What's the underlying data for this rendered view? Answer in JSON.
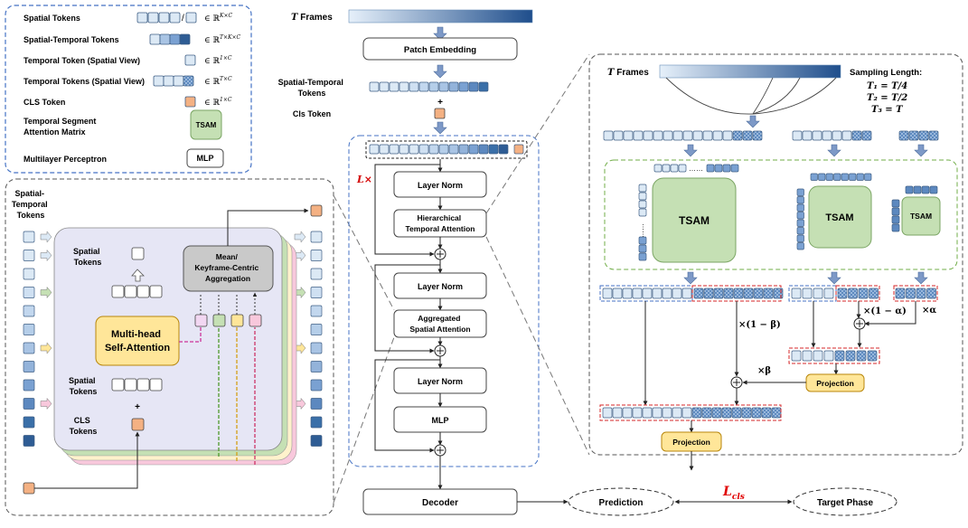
{
  "legend": {
    "items": [
      {
        "label": "Spatial Tokens",
        "notation": "∈ ℝ",
        "sup": "K×C"
      },
      {
        "label": "Spatial-Temporal Tokens",
        "notation": "∈ ℝ",
        "sup": "T×K×C"
      },
      {
        "label": "Temporal Token (Spatial View)",
        "notation": "∈ ℝ",
        "sup": "1×C"
      },
      {
        "label": "Temporal Tokens (Spatial View)",
        "notation": "∈ ℝ",
        "sup": "T×C"
      },
      {
        "label": "CLS Token",
        "notation": "∈ ℝ",
        "sup": "1×C"
      },
      {
        "label_lines": [
          "Temporal Segment",
          "Attention Matrix"
        ],
        "box": "TSAM"
      },
      {
        "label": "Multilayer Perceptron",
        "box": "MLP"
      }
    ],
    "slash": "/"
  },
  "left_panel": {
    "input_title": [
      "Spatial-",
      "Temporal",
      "Tokens"
    ],
    "spatial_tokens_top": [
      "Spatial",
      "Tokens"
    ],
    "spatial_tokens_bottom": [
      "Spatial",
      "Tokens"
    ],
    "cls_tokens": [
      "CLS",
      "Tokens"
    ],
    "plus": "+",
    "msa": [
      "Multi-head",
      "Self-Attention"
    ],
    "aggregation": [
      "Mean/",
      "Keyframe-Centric",
      "Aggregation"
    ]
  },
  "center": {
    "t_frames": "T",
    "t_frames_suffix": " Frames",
    "patch_embedding": "Patch Embedding",
    "st_tokens": [
      "Spatial-Temporal",
      "Tokens"
    ],
    "plus": "+",
    "cls_token": "Cls Token",
    "repeat": "L×",
    "layer_norm_1": "Layer Norm",
    "hta": [
      "Hierarchical",
      "Temporal Attention"
    ],
    "layer_norm_2": "Layer Norm",
    "asa": [
      "Aggregated",
      "Spatial Attention"
    ],
    "layer_norm_3": "Layer Norm",
    "mlp": "MLP",
    "decoder": "Decoder",
    "prediction": "Prediction",
    "loss": "L",
    "loss_sub": "cls",
    "target_phase": "Target Phase"
  },
  "right_panel": {
    "t_frames": "T",
    "t_frames_suffix": " Frames",
    "sampling_title": "Sampling Length:",
    "sampling": [
      "T₁ = T/4",
      "T₂ = T/2",
      "T₃ = T"
    ],
    "tsam": "TSAM",
    "dots": "……",
    "mul_1_minus_beta": "×(1 − β)",
    "mul_1_minus_alpha": "×(1 − α)",
    "mul_alpha": "×α",
    "mul_beta": "×β",
    "projection": "Projection"
  },
  "colors": {
    "token_light": "#dce9f5",
    "token_mid": "#8fb3dc",
    "token_dark": "#3a6fa8",
    "token_darkest": "#2e5c94",
    "cls": "#f4b183",
    "tsam": "#c5e0b4",
    "tsam_border": "#7aa563",
    "msa": "#ffe699",
    "aggregation": "#bfbfbf",
    "pink": "#f8c8dc",
    "green": "#c5e0b4",
    "yellow": "#ffe699",
    "panel_blue": "#e6e6f5",
    "red_dash": "#d62728",
    "blue_dash": "#4472c4",
    "green_dash": "#70ad47",
    "loss_red": "#e00000"
  }
}
